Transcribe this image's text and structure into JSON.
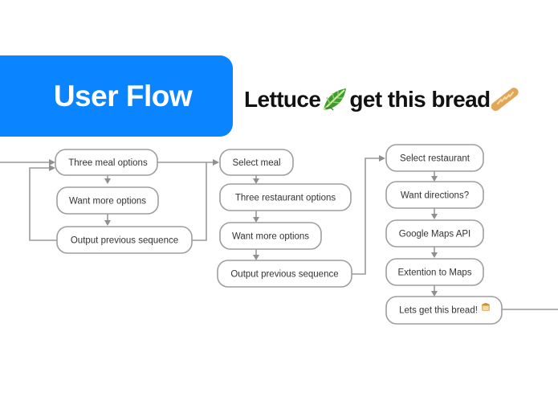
{
  "banner": {
    "title": "User Flow"
  },
  "app": {
    "title_part1": "Lettuce",
    "title_part2": " get this bread",
    "icons": [
      "lettuce-emoji-icon",
      "baguette-emoji-icon"
    ]
  },
  "flow": {
    "column1": {
      "nodes": [
        "Three meal options",
        "Want more options",
        "Output previous sequence"
      ]
    },
    "column2": {
      "nodes": [
        "Select meal",
        "Three restaurant options",
        "Want more options",
        "Output previous sequence"
      ]
    },
    "column3": {
      "nodes": [
        "Select restaurant",
        "Want directions?",
        "Google Maps API",
        "Extention to Maps",
        "Lets get this bread!"
      ],
      "final_icon": "bread-emoji-icon"
    }
  },
  "colors": {
    "banner": "#0a84ff",
    "banner_text": "#ffffff",
    "node_border": "#9e9e9e",
    "connector": "#9a9a9a",
    "text": "#333333"
  }
}
